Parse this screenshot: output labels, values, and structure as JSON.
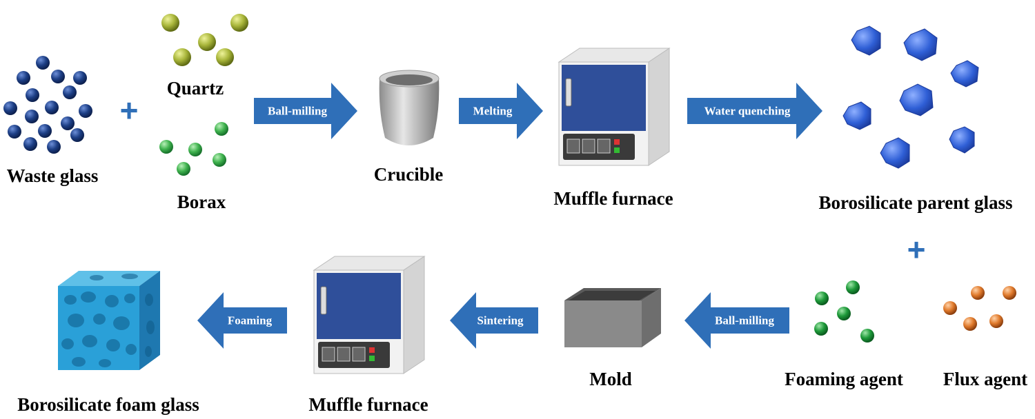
{
  "top_row": {
    "waste_glass": "Waste glass",
    "quartz": "Quartz",
    "borax": "Borax",
    "crucible": "Crucible",
    "muffle_furnace": "Muffle furnace",
    "parent_glass": "Borosilicate parent glass",
    "arrow_ball_milling": "Ball-milling",
    "arrow_melting": "Melting",
    "arrow_water_quenching": "Water quenching"
  },
  "bottom_row": {
    "foam_glass": "Borosilicate foam glass",
    "muffle_furnace": "Muffle furnace",
    "mold": "Mold",
    "foaming_agent": "Foaming agent",
    "flux_agent": "Flux agent",
    "arrow_foaming": "Foaming",
    "arrow_sintering": "Sintering",
    "arrow_ball_milling": "Ball-milling"
  },
  "plus_symbol": "+",
  "colors": {
    "arrow": "#2f6fb8",
    "waste_glass": "#1d3f86",
    "quartz": "#a8b53a",
    "borax": "#3fb24e",
    "foaming_agent": "#1e9a3a",
    "flux_agent": "#e07a2c",
    "parent_glass": "#2f5fd6",
    "foam": "#2aa0d8",
    "furnace_door": "#2f4f9a"
  }
}
